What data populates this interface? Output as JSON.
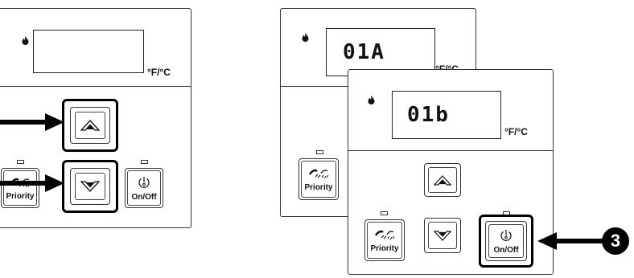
{
  "left_panel": {
    "unit_label": "°F/°C",
    "priority_label": "Priority",
    "onoff_label": "On/Off"
  },
  "back_panel": {
    "display_code": "01A",
    "unit_label": "°F/°C",
    "priority_label": "Priority"
  },
  "front_panel": {
    "display_code": "01b",
    "unit_label": "°F/°C",
    "priority_label": "Priority",
    "onoff_label": "On/Off"
  },
  "callout": {
    "number": "3"
  },
  "icons": [
    "flame-icon",
    "up-arrow-icon",
    "down-arrow-icon",
    "shower-faucet-icon",
    "power-icon",
    "pointer-arrow-icon"
  ]
}
